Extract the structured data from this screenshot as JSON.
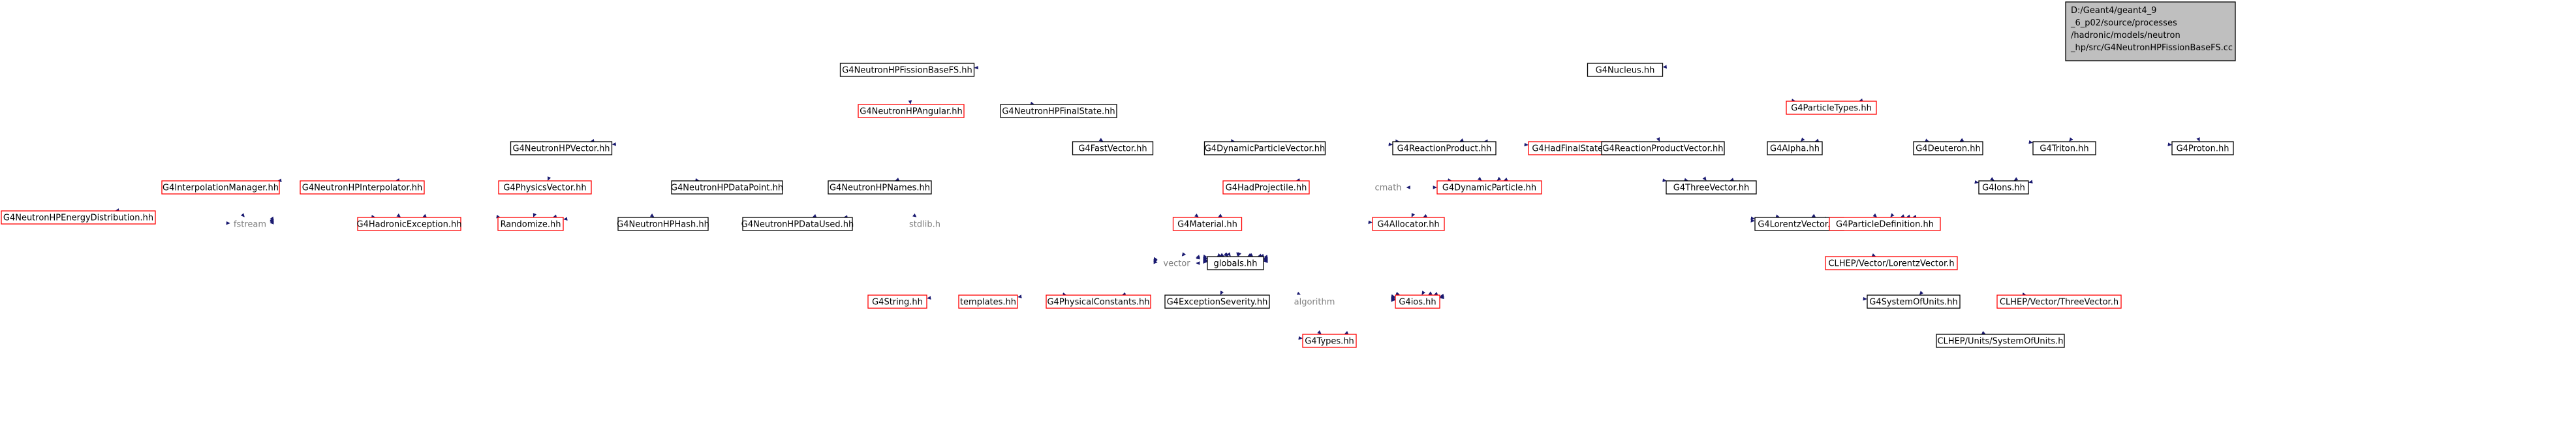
{
  "root": {
    "lines": [
      "D:/Geant4/geant4_9",
      "_6_p02/source/processes",
      "/hadronic/models/neutron",
      "_hp/src/G4NeutronHPFissionBaseFS.cc"
    ]
  },
  "nodes": [
    {
      "id": "fissionbase",
      "label": "G4NeutronHPFissionBaseFS.hh",
      "kind": "link"
    },
    {
      "id": "nucleus",
      "label": "G4Nucleus.hh",
      "kind": "link"
    },
    {
      "id": "energydist",
      "label": "G4NeutronHPEnergyDistribution.hh",
      "kind": "missing"
    },
    {
      "id": "angular",
      "label": "G4NeutronHPAngular.hh",
      "kind": "missing"
    },
    {
      "id": "finalstate",
      "label": "G4NeutronHPFinalState.hh",
      "kind": "link"
    },
    {
      "id": "vector",
      "label": "G4NeutronHPVector.hh",
      "kind": "link"
    },
    {
      "id": "interpmgr",
      "label": "G4InterpolationManager.hh",
      "kind": "missing"
    },
    {
      "id": "interp",
      "label": "G4NeutronHPInterpolator.hh",
      "kind": "missing"
    },
    {
      "id": "physvec",
      "label": "G4PhysicsVector.hh",
      "kind": "missing"
    },
    {
      "id": "datapoint",
      "label": "G4NeutronHPDataPoint.hh",
      "kind": "link"
    },
    {
      "id": "names",
      "label": "G4NeutronHPNames.hh",
      "kind": "link"
    },
    {
      "id": "hash",
      "label": "G4NeutronHPHash.hh",
      "kind": "link"
    },
    {
      "id": "dataused",
      "label": "G4NeutronHPDataUsed.hh",
      "kind": "link"
    },
    {
      "id": "fastvector",
      "label": "G4FastVector.hh",
      "kind": "link"
    },
    {
      "id": "dynvec",
      "label": "G4DynamicParticleVector.hh",
      "kind": "link"
    },
    {
      "id": "reactprod",
      "label": "G4ReactionProduct.hh",
      "kind": "link"
    },
    {
      "id": "hadfinal",
      "label": "G4HadFinalState.hh",
      "kind": "missing"
    },
    {
      "id": "hadproj",
      "label": "G4HadProjectile.hh",
      "kind": "missing"
    },
    {
      "id": "dynpart",
      "label": "G4DynamicParticle.hh",
      "kind": "missing"
    },
    {
      "id": "material",
      "label": "G4Material.hh",
      "kind": "missing"
    },
    {
      "id": "allocator",
      "label": "G4Allocator.hh",
      "kind": "missing"
    },
    {
      "id": "reactprodvec",
      "label": "G4ReactionProductVector.hh",
      "kind": "link"
    },
    {
      "id": "parttypes",
      "label": "G4ParticleTypes.hh",
      "kind": "missing"
    },
    {
      "id": "alpha",
      "label": "G4Alpha.hh",
      "kind": "link"
    },
    {
      "id": "deuteron",
      "label": "G4Deuteron.hh",
      "kind": "link"
    },
    {
      "id": "triton",
      "label": "G4Triton.hh",
      "kind": "link"
    },
    {
      "id": "proton",
      "label": "G4Proton.hh",
      "kind": "link"
    },
    {
      "id": "ions",
      "label": "G4Ions.hh",
      "kind": "link"
    },
    {
      "id": "threevector",
      "label": "G4ThreeVector.hh",
      "kind": "link"
    },
    {
      "id": "lorentz",
      "label": "G4LorentzVector.hh",
      "kind": "link"
    },
    {
      "id": "partdef",
      "label": "G4ParticleDefinition.hh",
      "kind": "missing"
    },
    {
      "id": "fstream",
      "label": "fstream",
      "kind": "system"
    },
    {
      "id": "hadexc",
      "label": "G4HadronicException.hh",
      "kind": "missing"
    },
    {
      "id": "randomize",
      "label": "Randomize.hh",
      "kind": "missing"
    },
    {
      "id": "stdlib",
      "label": "stdlib.h",
      "kind": "system"
    },
    {
      "id": "cmath",
      "label": "cmath",
      "kind": "system"
    },
    {
      "id": "vectorstd",
      "label": "vector",
      "kind": "system"
    },
    {
      "id": "globals",
      "label": "globals.hh",
      "kind": "link"
    },
    {
      "id": "clhepLorentz",
      "label": "CLHEP/Vector/LorentzVector.h",
      "kind": "missing"
    },
    {
      "id": "g4string",
      "label": "G4String.hh",
      "kind": "missing"
    },
    {
      "id": "templates",
      "label": "templates.hh",
      "kind": "missing"
    },
    {
      "id": "physconst",
      "label": "G4PhysicalConstants.hh",
      "kind": "missing"
    },
    {
      "id": "excseverity",
      "label": "G4ExceptionSeverity.hh",
      "kind": "link"
    },
    {
      "id": "algorithm",
      "label": "algorithm",
      "kind": "system"
    },
    {
      "id": "g4ios",
      "label": "G4ios.hh",
      "kind": "missing"
    },
    {
      "id": "sysunits",
      "label": "G4SystemOfUnits.hh",
      "kind": "link"
    },
    {
      "id": "clhepThree",
      "label": "CLHEP/Vector/ThreeVector.h",
      "kind": "missing"
    },
    {
      "id": "g4types",
      "label": "G4Types.hh",
      "kind": "missing"
    },
    {
      "id": "clhepUnits",
      "label": "CLHEP/Units/SystemOfUnits.h",
      "kind": "link"
    }
  ],
  "edges": [
    [
      "root",
      "fissionbase"
    ],
    [
      "root",
      "nucleus"
    ],
    [
      "root",
      "parttypes"
    ],
    [
      "root",
      "alpha"
    ],
    [
      "root",
      "deuteron"
    ],
    [
      "root",
      "triton"
    ],
    [
      "root",
      "proton"
    ],
    [
      "root",
      "reactprod"
    ],
    [
      "root",
      "threevector"
    ],
    [
      "root",
      "lorentz"
    ],
    [
      "root",
      "sysunits"
    ],
    [
      "root",
      "dataused"
    ],
    [
      "fissionbase",
      "globals"
    ],
    [
      "fissionbase",
      "energydist"
    ],
    [
      "fissionbase",
      "angular"
    ],
    [
      "fissionbase",
      "finalstate"
    ],
    [
      "fissionbase",
      "vector"
    ],
    [
      "fissionbase",
      "dynvec"
    ],
    [
      "fissionbase",
      "reactprod"
    ],
    [
      "nucleus",
      "globals"
    ],
    [
      "nucleus",
      "threevector"
    ],
    [
      "nucleus",
      "reactprod"
    ],
    [
      "nucleus",
      "reactprodvec"
    ],
    [
      "nucleus",
      "dynpart"
    ],
    [
      "nucleus",
      "randomize"
    ],
    [
      "nucleus",
      "parttypes"
    ],
    [
      "energydist",
      "fstream"
    ],
    [
      "energydist",
      "globals"
    ],
    [
      "energydist",
      "vectorstd"
    ],
    [
      "energydist",
      "g4ios"
    ],
    [
      "angular",
      "fstream"
    ],
    [
      "angular",
      "globals"
    ],
    [
      "angular",
      "reactprod"
    ],
    [
      "angular",
      "randomize"
    ],
    [
      "angular",
      "g4ios"
    ],
    [
      "finalstate",
      "vector"
    ],
    [
      "finalstate",
      "names"
    ],
    [
      "finalstate",
      "fastvector"
    ],
    [
      "finalstate",
      "hadfinal"
    ],
    [
      "finalstate",
      "material"
    ],
    [
      "finalstate",
      "globals"
    ],
    [
      "vector",
      "globals"
    ],
    [
      "vector",
      "interpmgr"
    ],
    [
      "vector",
      "interp"
    ],
    [
      "vector",
      "physvec"
    ],
    [
      "vector",
      "datapoint"
    ],
    [
      "vector",
      "hash"
    ],
    [
      "vector",
      "fstream"
    ],
    [
      "vector",
      "g4ios"
    ],
    [
      "vector",
      "randomize"
    ],
    [
      "vector",
      "vectorstd"
    ],
    [
      "vector",
      "hadexc"
    ],
    [
      "interpmgr",
      "fstream"
    ],
    [
      "interpmgr",
      "hadexc"
    ],
    [
      "interpmgr",
      "globals"
    ],
    [
      "interpmgr",
      "g4ios"
    ],
    [
      "interp",
      "randomize"
    ],
    [
      "interp",
      "hadexc"
    ],
    [
      "interp",
      "globals"
    ],
    [
      "interp",
      "g4ios"
    ],
    [
      "physvec",
      "globals"
    ],
    [
      "physvec",
      "fstream"
    ],
    [
      "physvec",
      "vectorstd"
    ],
    [
      "physvec",
      "g4ios"
    ],
    [
      "physvec",
      "allocator"
    ],
    [
      "physvec",
      "physconst"
    ],
    [
      "datapoint",
      "globals"
    ],
    [
      "names",
      "fstream"
    ],
    [
      "names",
      "dataused"
    ],
    [
      "names",
      "globals"
    ],
    [
      "names",
      "stdlib"
    ],
    [
      "names",
      "g4ios"
    ],
    [
      "names",
      "dynpart"
    ],
    [
      "hash",
      "globals"
    ],
    [
      "dataused",
      "globals"
    ],
    [
      "fastvector",
      "globals"
    ],
    [
      "dynvec",
      "dynpart"
    ],
    [
      "dynvec",
      "vectorstd"
    ],
    [
      "dynvec",
      "globals"
    ],
    [
      "reactprod",
      "globals"
    ],
    [
      "reactprod",
      "threevector"
    ],
    [
      "reactprod",
      "hadproj"
    ],
    [
      "reactprod",
      "dynpart"
    ],
    [
      "reactprod",
      "allocator"
    ],
    [
      "hadfinal",
      "dynpart"
    ],
    [
      "hadfinal",
      "threevector"
    ],
    [
      "hadfinal",
      "lorentz"
    ],
    [
      "hadfinal",
      "vectorstd"
    ],
    [
      "hadproj",
      "material"
    ],
    [
      "hadproj",
      "lorentz"
    ],
    [
      "hadproj",
      "globals"
    ],
    [
      "hadproj",
      "partdef"
    ],
    [
      "dynpart",
      "globals"
    ],
    [
      "dynpart",
      "allocator"
    ],
    [
      "dynpart",
      "cmath"
    ],
    [
      "dynpart",
      "lorentz"
    ],
    [
      "dynpart",
      "partdef"
    ],
    [
      "dynpart",
      "g4ios"
    ],
    [
      "dynpart",
      "clhepThree"
    ],
    [
      "material",
      "globals"
    ],
    [
      "material",
      "vectorstd"
    ],
    [
      "material",
      "g4ios"
    ],
    [
      "reactprodvec",
      "vectorstd"
    ],
    [
      "reactprodvec",
      "globals"
    ],
    [
      "reactprodvec",
      "g4ios"
    ],
    [
      "parttypes",
      "alpha"
    ],
    [
      "parttypes",
      "deuteron"
    ],
    [
      "parttypes",
      "triton"
    ],
    [
      "parttypes",
      "proton"
    ],
    [
      "alpha",
      "ions"
    ],
    [
      "alpha",
      "partdef"
    ],
    [
      "alpha",
      "globals"
    ],
    [
      "alpha",
      "g4ios"
    ],
    [
      "deuteron",
      "ions"
    ],
    [
      "deuteron",
      "partdef"
    ],
    [
      "deuteron",
      "globals"
    ],
    [
      "triton",
      "ions"
    ],
    [
      "triton",
      "partdef"
    ],
    [
      "triton",
      "globals"
    ],
    [
      "triton",
      "g4ios"
    ],
    [
      "proton",
      "ions"
    ],
    [
      "proton",
      "partdef"
    ],
    [
      "proton",
      "globals"
    ],
    [
      "proton",
      "g4ios"
    ],
    [
      "ions",
      "partdef"
    ],
    [
      "ions",
      "globals"
    ],
    [
      "ions",
      "g4ios"
    ],
    [
      "threevector",
      "globals"
    ],
    [
      "lorentz",
      "globals"
    ],
    [
      "lorentz",
      "clhepLorentz"
    ],
    [
      "partdef",
      "globals"
    ],
    [
      "partdef",
      "g4ios"
    ],
    [
      "hadexc",
      "globals"
    ],
    [
      "randomize",
      "globals"
    ],
    [
      "globals",
      "g4string"
    ],
    [
      "globals",
      "templates"
    ],
    [
      "globals",
      "physconst"
    ],
    [
      "globals",
      "excseverity"
    ],
    [
      "globals",
      "algorithm"
    ],
    [
      "globals",
      "g4ios"
    ],
    [
      "globals",
      "sysunits"
    ],
    [
      "globals",
      "g4types"
    ],
    [
      "globals",
      "vectorstd"
    ],
    [
      "g4string",
      "g4types"
    ],
    [
      "g4ios",
      "g4types"
    ],
    [
      "sysunits",
      "clhepUnits"
    ]
  ],
  "colors": {
    "edge": "#191970",
    "link_border": "#000000",
    "missing_border": "#ff0000",
    "system_text": "#808080",
    "root_fill": "#bfbfbf",
    "node_fill": "#ffffff"
  }
}
